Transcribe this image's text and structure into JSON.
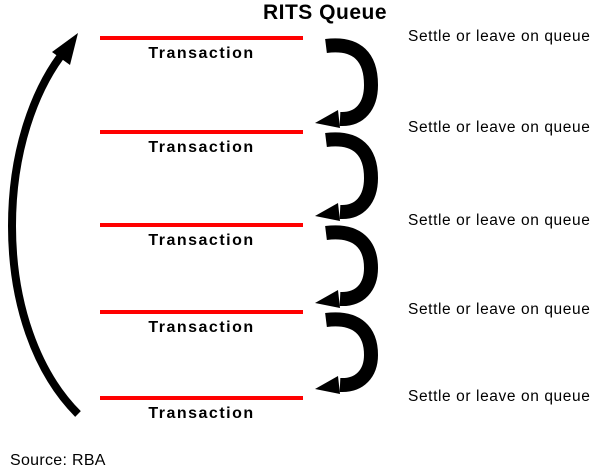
{
  "title": "RITS Queue",
  "rows": [
    {
      "label": "Transaction",
      "note": "Settle or leave on queue"
    },
    {
      "label": "Transaction",
      "note": "Settle or leave on queue"
    },
    {
      "label": "Transaction",
      "note": "Settle or leave on queue"
    },
    {
      "label": "Transaction",
      "note": "Settle or leave on queue"
    },
    {
      "label": "Transaction",
      "note": "Settle or leave on queue"
    }
  ],
  "source": "Source: RBA",
  "icons": {
    "right_arrows": "curved-arrow-down-icon",
    "left_arrow": "curved-arrow-return-up-icon"
  },
  "colors": {
    "bg": "#ffffff",
    "line": "#ff0000",
    "arrow": "#000000",
    "text": "#000000"
  }
}
